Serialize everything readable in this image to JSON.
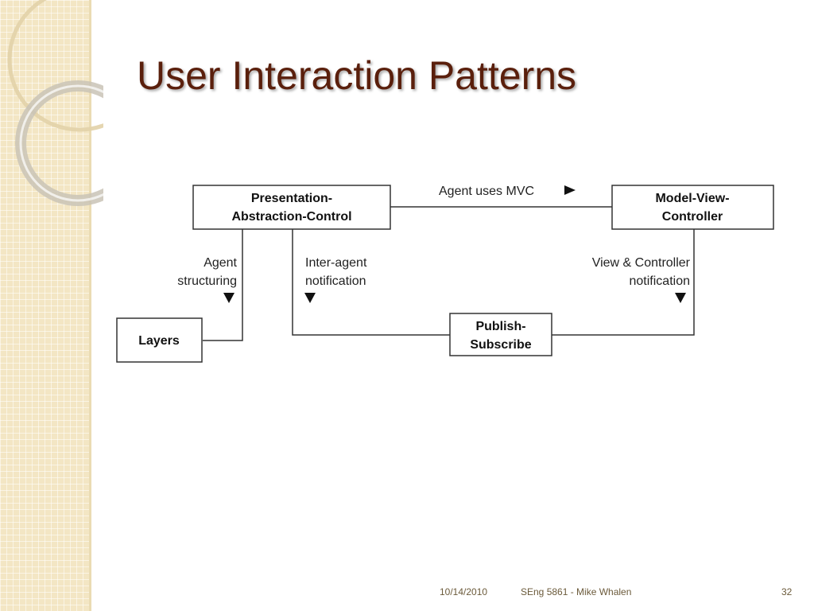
{
  "slide": {
    "title": "User Interaction Patterns"
  },
  "diagram": {
    "nodes": {
      "pac": [
        "Presentation-",
        "Abstraction-Control"
      ],
      "mvc": [
        "Model-View-",
        "Controller"
      ],
      "layers": [
        "Layers"
      ],
      "pubsub": [
        "Publish-",
        "Subscribe"
      ]
    },
    "edges": {
      "agent_uses_mvc": "Agent uses MVC",
      "agent_structuring": [
        "Agent",
        "structuring"
      ],
      "inter_agent": [
        "Inter-agent",
        "notification"
      ],
      "view_controller": [
        "View & Controller",
        "notification"
      ]
    }
  },
  "footer": {
    "date": "10/14/2010",
    "course": "SEng 5861 - Mike Whalen",
    "page": "32"
  },
  "colors": {
    "title": "#5a1f0c",
    "side_band": "#f3e6c4"
  }
}
